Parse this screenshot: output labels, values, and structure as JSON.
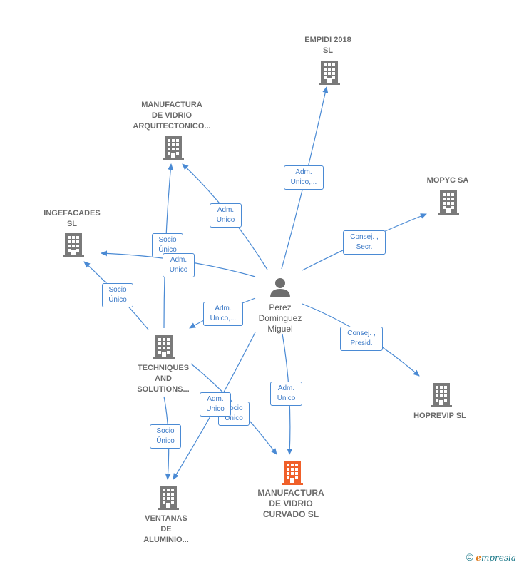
{
  "nodes": {
    "empidi": {
      "line1": "EMPIDI 2018",
      "line2": "SL"
    },
    "manu_arq": {
      "line1": "MANUFACTURA",
      "line2": "DE VIDRIO",
      "line3": "ARQUITECTONICO..."
    },
    "mopyc": {
      "line1": "MOPYC SA"
    },
    "ingefacades": {
      "line1": "INGEFACADES",
      "line2": "SL"
    },
    "techniques": {
      "line1": "TECHNIQUES",
      "line2": "AND",
      "line3": "SOLUTIONS..."
    },
    "hoprevip": {
      "line1": "HOPREVIP SL"
    },
    "ventanas": {
      "line1": "VENTANAS",
      "line2": "DE",
      "line3": "ALUMINIO..."
    },
    "manu_curvado": {
      "line1": "MANUFACTURA",
      "line2": "DE VIDRIO",
      "line3": "CURVADO  SL"
    },
    "person": {
      "line1": "Perez",
      "line2": "Dominguez",
      "line3": "Miguel"
    }
  },
  "edges": {
    "e_empidi": {
      "line1": "Adm.",
      "line2": "Unico,..."
    },
    "e_manu_arq": {
      "line1": "Adm.",
      "line2": "Unico"
    },
    "e_mopyc": {
      "line1": "Consej. ,",
      "line2": "Secr."
    },
    "e_tech_manu_arq": {
      "line1": "Socio",
      "line2": "Único"
    },
    "e_ingef": {
      "line1": "Adm.",
      "line2": "Unico"
    },
    "e_tech_ingef": {
      "line1": "Socio",
      "line2": "Único"
    },
    "e_tech": {
      "line1": "Adm.",
      "line2": "Unico,..."
    },
    "e_hoprevip": {
      "line1": "Consej. ,",
      "line2": "Presid."
    },
    "e_curvado": {
      "line1": "Adm.",
      "line2": "Unico"
    },
    "e_tech_curvado": {
      "line1": "Socio",
      "line2": "Único"
    },
    "e_ventanas": {
      "line1": "Adm.",
      "line2": "Unico"
    },
    "e_tech_ventanas": {
      "line1": "Socio",
      "line2": "Único"
    }
  },
  "colors": {
    "edge": "#4a8ad4",
    "building": "#7a7a7a",
    "highlight": "#f0602a"
  },
  "brand": {
    "copyright": "©",
    "name_first": "e",
    "name_rest": "mpresia"
  }
}
